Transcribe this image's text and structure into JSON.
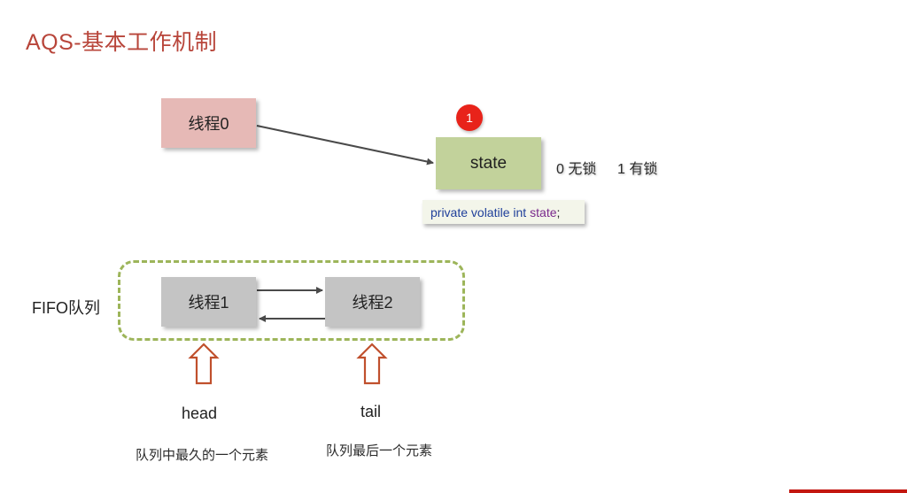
{
  "title": "AQS-基本工作机制",
  "thread0": {
    "label": "线程0"
  },
  "state": {
    "label": "state",
    "badge": "1",
    "values": [
      {
        "text": "0 无锁"
      },
      {
        "text": "1 有锁"
      }
    ],
    "code": {
      "keywords": "private volatile int",
      "variable": "state",
      "terminator": ";"
    }
  },
  "queue": {
    "label": "FIFO队列",
    "nodes": [
      {
        "label": "线程1"
      },
      {
        "label": "线程2"
      }
    ],
    "head": {
      "label": "head",
      "description": "队列中最久的一个元素"
    },
    "tail": {
      "label": "tail",
      "description": "队列最后一个元素"
    }
  },
  "colors": {
    "title": "#b8453a",
    "thread0_box": "#e6b9b6",
    "state_box": "#c2d29b",
    "queue_node": "#c4c4c4",
    "queue_border": "#9db55a",
    "pointer_arrow": "#c0502d",
    "badge": "#e8231a",
    "footer_bar": "#c3160f"
  }
}
